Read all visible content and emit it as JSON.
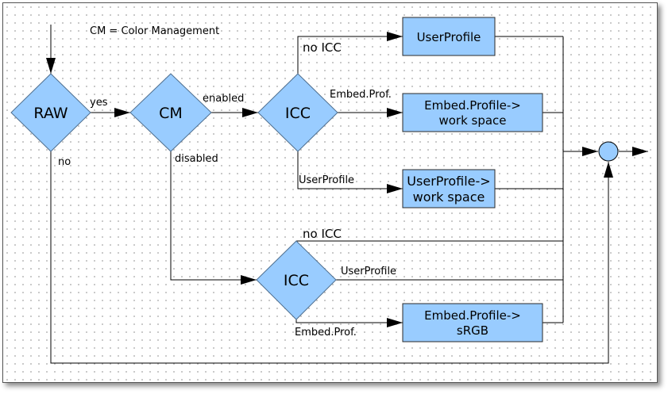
{
  "note": "CM = Color Management",
  "decisions": {
    "raw": "RAW",
    "cm": "CM",
    "icc_top": "ICC",
    "icc_bottom": "ICC"
  },
  "edges": {
    "yes": "yes",
    "no": "no",
    "enabled": "enabled",
    "disabled": "disabled",
    "top_no_icc": "no ICC",
    "top_embed_prof": "Embed.Prof.",
    "top_user_profile": "UserProfile",
    "bottom_no_icc": "no ICC",
    "bottom_user_profile": "UserProfile",
    "bottom_embed_prof": "Embed.Prof."
  },
  "boxes": {
    "user_profile": [
      "UserProfile"
    ],
    "embed_work": [
      "Embed.Profile->",
      "work space"
    ],
    "user_work": [
      "UserProfile->",
      "work space"
    ],
    "embed_srgb": [
      "Embed.Profile->",
      "sRGB"
    ]
  },
  "colors": {
    "node_fill": "#99ccff",
    "line": "#000000"
  }
}
